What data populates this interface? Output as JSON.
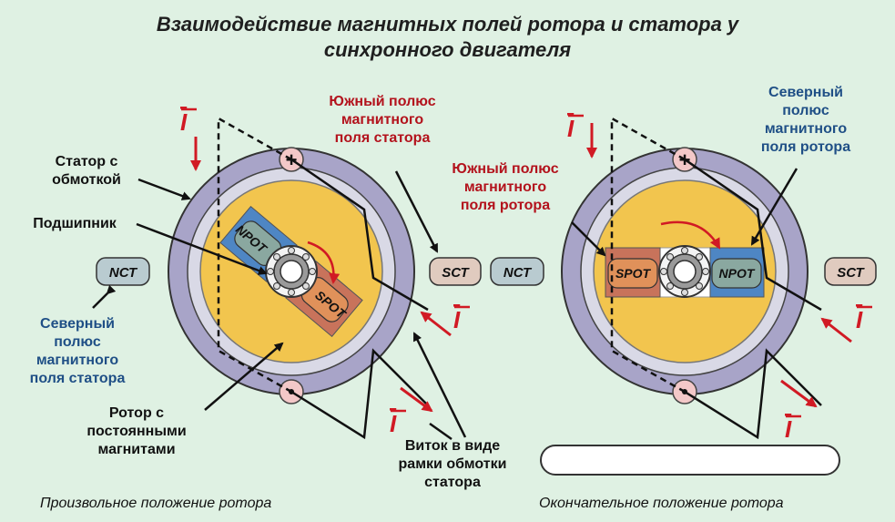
{
  "title": {
    "line1": "Взаимодействие магнитных полей ротора и статора у",
    "line2": "синхронного двигателя"
  },
  "labels": {
    "stator_winding": [
      "Статор с",
      "обмоткой"
    ],
    "bearing": "Подшипник",
    "rotor_magnets": [
      "Ротор с",
      "постоянными",
      "магнитами"
    ],
    "north_pole_stator": [
      "Северный",
      "полюс",
      "магнитного",
      "поля статора"
    ],
    "south_pole_stator": [
      "Южный полюс",
      "магнитного",
      "поля статора"
    ],
    "south_pole_rotor": [
      "Южный полюс",
      "магнитного",
      "поля ротора"
    ],
    "north_pole_rotor": [
      "Северный",
      "полюс",
      "магнитного",
      "поля ротора"
    ],
    "coil_turn": [
      "Виток в виде",
      "рамки обмотки",
      "статора"
    ]
  },
  "poles": {
    "n_stator": "NСТ",
    "s_stator": "SСТ",
    "n_rotor": "NРОТ",
    "s_rotor": "SРОТ"
  },
  "current_symbol": "I",
  "terminal_plus": "+",
  "captions": {
    "left": "Произвольное положение ротора",
    "right": "Окончательное положение ротора"
  },
  "colors": {
    "background": "#dff1e3",
    "stator": "#a8a4c8",
    "rotor": "#f2c54e",
    "north_magnet": "#4e86c4",
    "south_magnet": "#c8735b",
    "arrow_red": "#d11a24"
  }
}
